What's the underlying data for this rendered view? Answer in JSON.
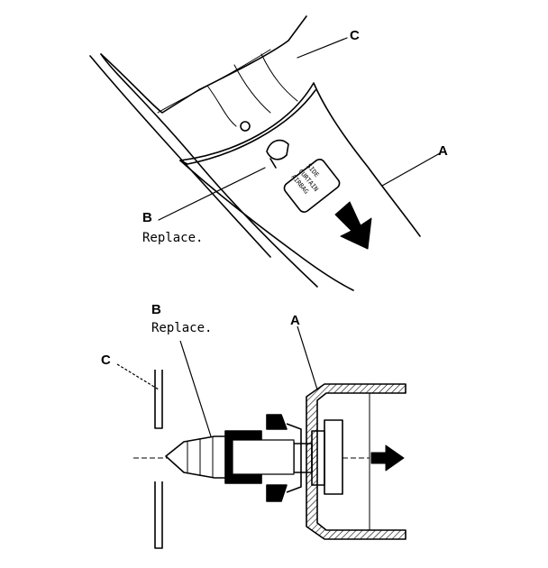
{
  "top_view": {
    "label_a": "A",
    "label_b": "B",
    "label_c": "C",
    "note_b": "Replace.",
    "badge_line1": "SIDE",
    "badge_line2": "CURTAIN",
    "badge_line3": "AIRBAG"
  },
  "section_view": {
    "label_a": "A",
    "label_b": "B",
    "label_c": "C",
    "note_b": "Replace."
  },
  "colors": {
    "ink": "#000000",
    "paper": "#ffffff"
  }
}
